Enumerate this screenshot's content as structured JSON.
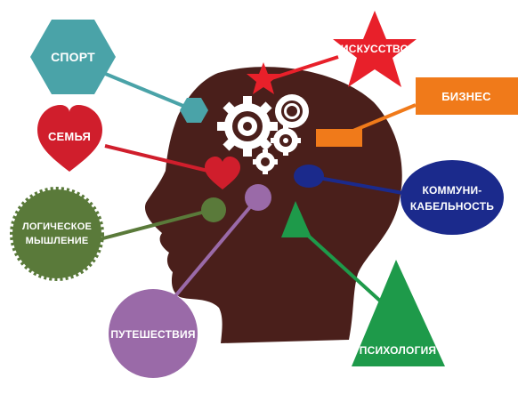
{
  "labels": {
    "sport": "СПОРТ",
    "art": "ИСКУССТВО",
    "business": "БИЗНЕС",
    "family": "СЕМЬЯ",
    "communication_line1": "КОММУНИ-",
    "communication_line2": "КАБЕЛЬНОСТЬ",
    "logic_line1": "ЛОГИЧЕСКОЕ",
    "logic_line2": "МЫШЛЕНИЕ",
    "travel": "ПУТЕШЕСТВИЯ",
    "psychology": "ПСИХОЛОГИЯ"
  },
  "colors": {
    "head": "#4a1f1b",
    "sport": "#4aa3a8",
    "art": "#e8202a",
    "business": "#f07a1a",
    "family": "#d01e2c",
    "communication": "#1b2a8c",
    "logic": "#5a7a3a",
    "travel": "#9a6aa8",
    "psychology": "#1e9a4a",
    "gears": "#ffffff"
  },
  "icons": {
    "sport": "hexagon-icon",
    "art": "star-icon",
    "business": "rectangle-icon",
    "family": "heart-icon",
    "communication": "ellipse-icon",
    "logic": "circle-icon",
    "travel": "circle-icon",
    "psychology": "triangle-icon",
    "center": "gears-icon"
  }
}
